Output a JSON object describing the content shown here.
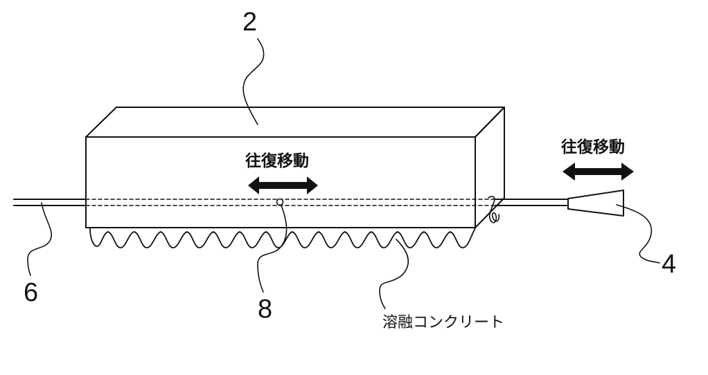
{
  "labels": {
    "ref_2": "2",
    "ref_4": "4",
    "ref_6": "6",
    "ref_8": "8",
    "reciprocation_inner": "往復移動",
    "reciprocation_outer": "往復移動",
    "molten_concrete": "溶融コンクリート"
  },
  "colors": {
    "stroke": "#111111",
    "background": "#ffffff"
  }
}
